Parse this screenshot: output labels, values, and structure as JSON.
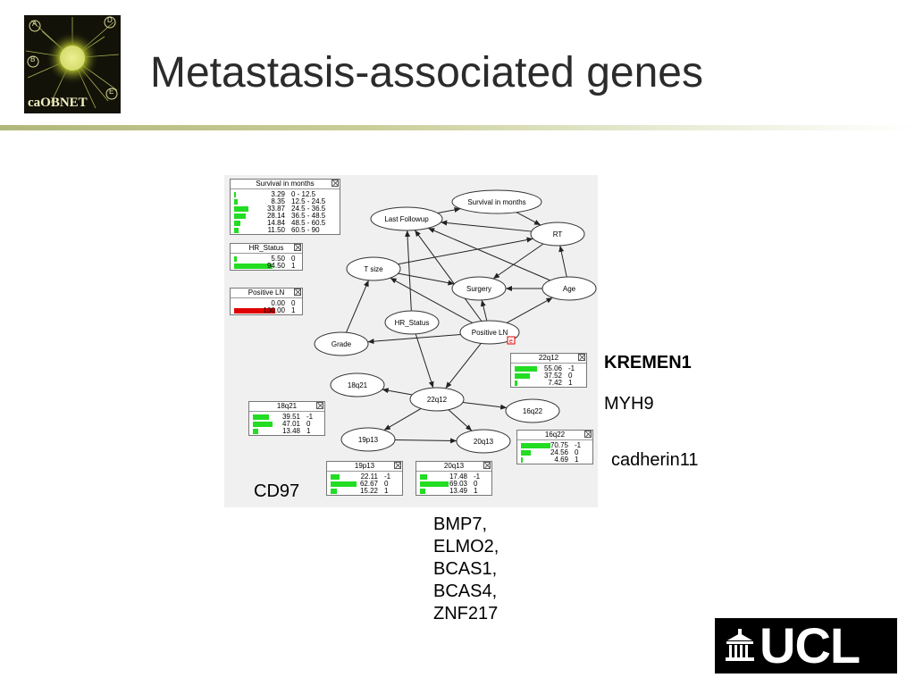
{
  "logo": {
    "text": "caOBNET",
    "badges": [
      "A",
      "B",
      "D",
      "E"
    ]
  },
  "title": "Metastasis-associated genes",
  "network": {
    "nodes": [
      {
        "id": "survival",
        "label": "Survival in months"
      },
      {
        "id": "lastfollowup",
        "label": "Last Followup"
      },
      {
        "id": "rt",
        "label": "RT"
      },
      {
        "id": "tsize",
        "label": "T size"
      },
      {
        "id": "surgery",
        "label": "Surgery"
      },
      {
        "id": "age",
        "label": "Age"
      },
      {
        "id": "hrstatus",
        "label": "HR_Status"
      },
      {
        "id": "positiveln",
        "label": "Positive LN"
      },
      {
        "id": "grade",
        "label": "Grade"
      },
      {
        "id": "n18q21",
        "label": "18q21"
      },
      {
        "id": "n22q12",
        "label": "22q12"
      },
      {
        "id": "n16q22",
        "label": "16q22"
      },
      {
        "id": "n19p13",
        "label": "19p13"
      },
      {
        "id": "n20q13",
        "label": "20q13"
      }
    ],
    "edges": [
      [
        "lastfollowup",
        "survival"
      ],
      [
        "survival",
        "rt"
      ],
      [
        "rt",
        "lastfollowup"
      ],
      [
        "tsize",
        "rt"
      ],
      [
        "rt",
        "surgery"
      ],
      [
        "tsize",
        "surgery"
      ],
      [
        "age",
        "surgery"
      ],
      [
        "age",
        "rt"
      ],
      [
        "age",
        "lastfollowup"
      ],
      [
        "positiveln",
        "age"
      ],
      [
        "positiveln",
        "lastfollowup"
      ],
      [
        "positiveln",
        "tsize"
      ],
      [
        "positiveln",
        "surgery"
      ],
      [
        "positiveln",
        "grade"
      ],
      [
        "hrstatus",
        "lastfollowup"
      ],
      [
        "grade",
        "tsize"
      ],
      [
        "hrstatus",
        "n22q12"
      ],
      [
        "positiveln",
        "n22q12"
      ],
      [
        "n22q12",
        "n18q21"
      ],
      [
        "n22q12",
        "n16q22"
      ],
      [
        "n22q12",
        "n19p13"
      ],
      [
        "n22q12",
        "n20q13"
      ],
      [
        "n19p13",
        "n20q13"
      ]
    ],
    "panels": [
      {
        "id": "survival",
        "title": "Survival in months",
        "rows": [
          {
            "value": "3.29",
            "state": "0 - 12.5",
            "p": 0.0329
          },
          {
            "value": "8.35",
            "state": "12.5 - 24.5",
            "p": 0.0835
          },
          {
            "value": "33.87",
            "state": "24.5 - 36.5",
            "p": 0.3387
          },
          {
            "value": "28.14",
            "state": "36.5 - 48.5",
            "p": 0.2814
          },
          {
            "value": "14.84",
            "state": "48.5 - 60.5",
            "p": 0.1484
          },
          {
            "value": "11.50",
            "state": "60.5 - 90",
            "p": 0.115
          }
        ]
      },
      {
        "id": "hrstatus",
        "title": "HR_Status",
        "rows": [
          {
            "value": "5.50",
            "state": "0",
            "p": 0.055
          },
          {
            "value": "94.50",
            "state": "1",
            "p": 0.945
          }
        ]
      },
      {
        "id": "positiveln",
        "title": "Positive LN",
        "rows": [
          {
            "value": "0.00",
            "state": "0",
            "p": 0.0
          },
          {
            "value": "100.00",
            "state": "1",
            "p": 1.0,
            "color": "#e00000"
          }
        ]
      },
      {
        "id": "p22q12",
        "title": "22q12",
        "rows": [
          {
            "value": "55.06",
            "state": "-1",
            "p": 0.5506
          },
          {
            "value": "37.52",
            "state": "0",
            "p": 0.3752
          },
          {
            "value": "7.42",
            "state": "1",
            "p": 0.0742
          }
        ]
      },
      {
        "id": "p18q21",
        "title": "18q21",
        "rows": [
          {
            "value": "39.51",
            "state": "-1",
            "p": 0.3951
          },
          {
            "value": "47.01",
            "state": "0",
            "p": 0.4701
          },
          {
            "value": "13.48",
            "state": "1",
            "p": 0.1348
          }
        ]
      },
      {
        "id": "p16q22",
        "title": "16q22",
        "rows": [
          {
            "value": "70.75",
            "state": "-1",
            "p": 0.7075
          },
          {
            "value": "24.56",
            "state": "0",
            "p": 0.2456
          },
          {
            "value": "4.69",
            "state": "1",
            "p": 0.0469
          }
        ]
      },
      {
        "id": "p19p13",
        "title": "19p13",
        "rows": [
          {
            "value": "22.11",
            "state": "-1",
            "p": 0.2211
          },
          {
            "value": "62.67",
            "state": "0",
            "p": 0.6267
          },
          {
            "value": "15.22",
            "state": "1",
            "p": 0.1522
          }
        ]
      },
      {
        "id": "p20q13",
        "title": "20q13",
        "rows": [
          {
            "value": "17.48",
            "state": "-1",
            "p": 0.1748
          },
          {
            "value": "69.03",
            "state": "0",
            "p": 0.6903
          },
          {
            "value": "13.49",
            "state": "1",
            "p": 0.1349
          }
        ]
      }
    ],
    "evidence_marker": "e"
  },
  "genes": {
    "kremen1": "KREMEN1",
    "myh9": "MYH9",
    "cadherin11": "cadherin11",
    "cd97": "CD97",
    "list": [
      "BMP7,",
      "ELMO2,",
      "BCAS1,",
      "BCAS4,",
      "ZNF217"
    ]
  },
  "ucl_logo": {
    "text": "UCL"
  },
  "colors": {
    "bar": "#22dd22",
    "evidence": "#e00000",
    "ucl_bg": "#000000"
  }
}
